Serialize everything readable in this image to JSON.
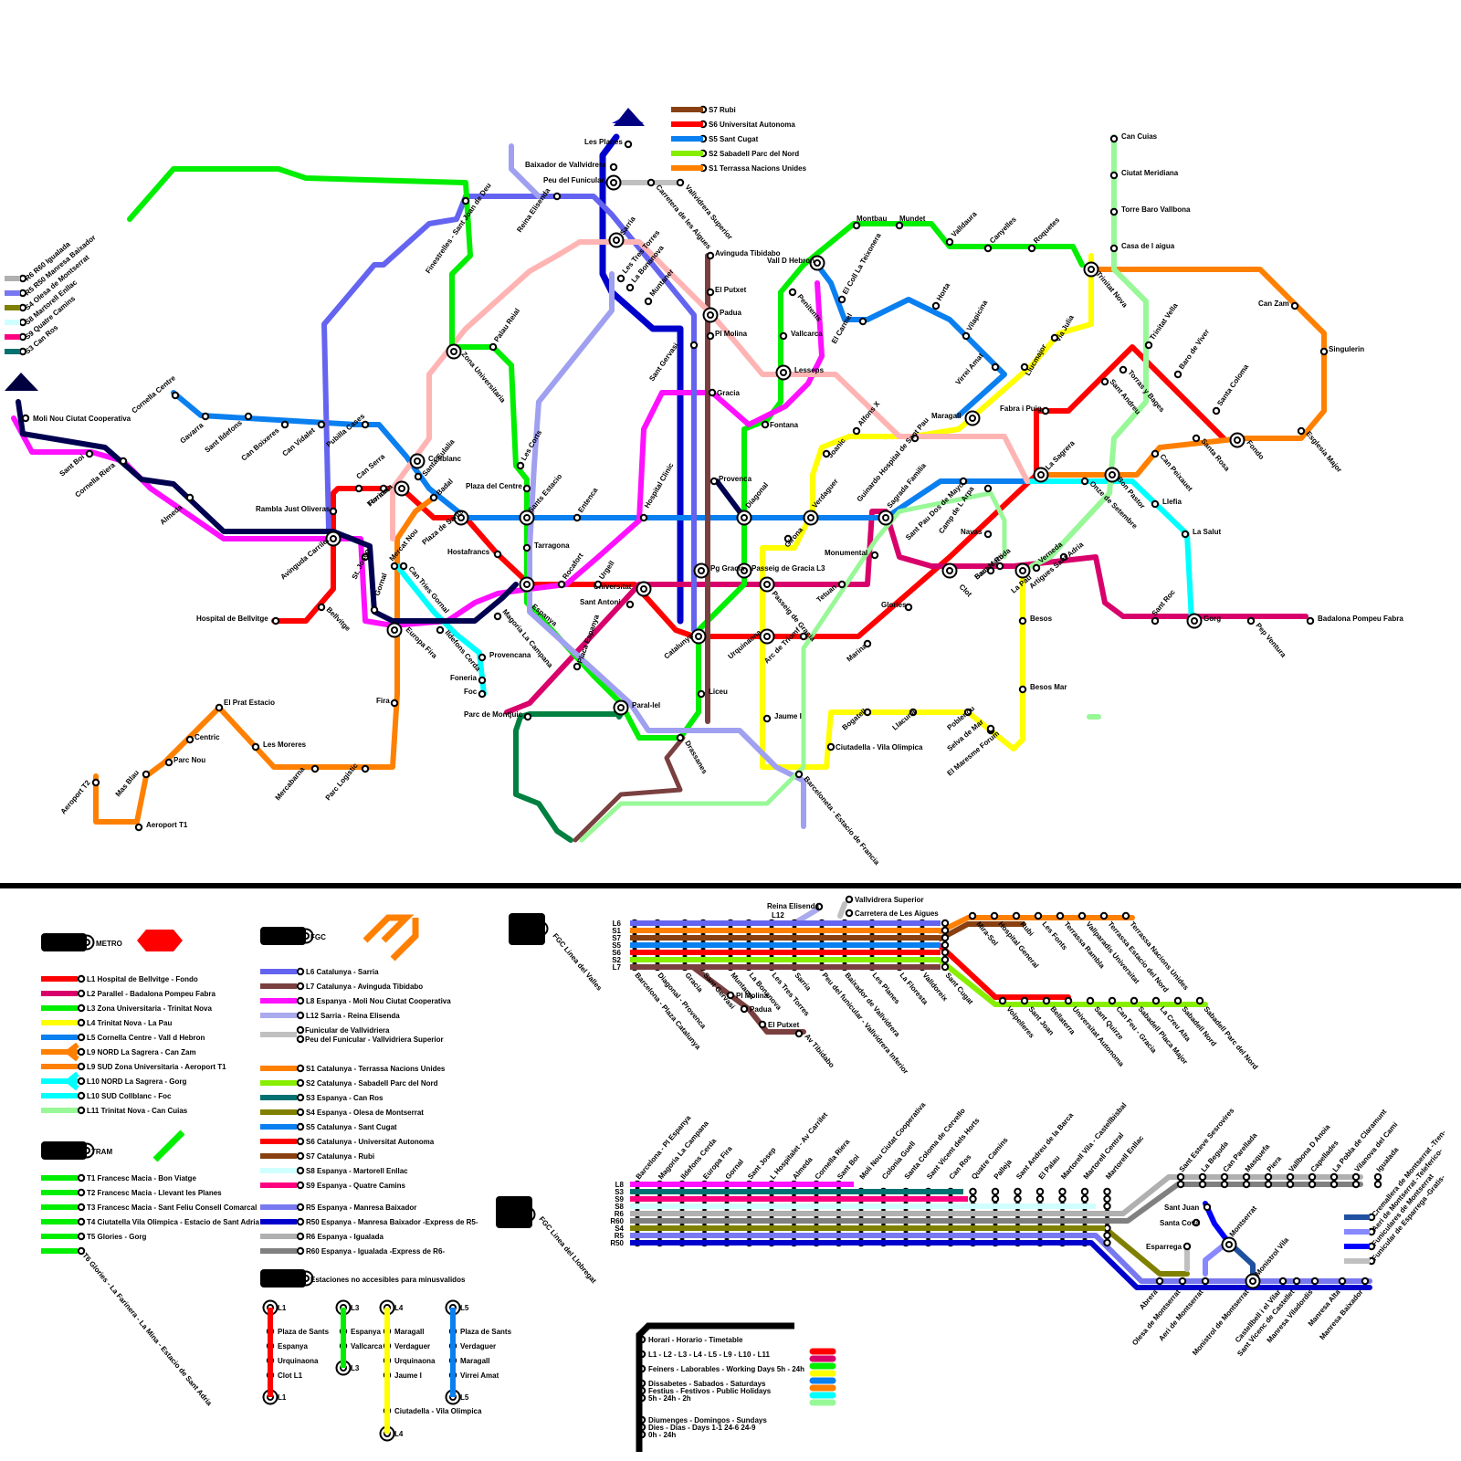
{
  "colors": {
    "L1": "#ff0000",
    "L2": "#d8006a",
    "L3": "#00ee00",
    "L4": "#ffff00",
    "L5": "#0a7ff0",
    "L6": "#6464f0",
    "L7": "#7a4040",
    "L8": "#ff10ff",
    "L9": "#ff8000",
    "L10": "#00ffff",
    "L11": "#98f898",
    "L12": "#aaaaee",
    "FUN": "#c0c0c0",
    "R50": "#0000cc",
    "S1": "#ff8000",
    "S2": "#88ee00",
    "S3": "#007070",
    "S4": "#808000",
    "S5": "#0a7ff0",
    "S6": "#ff0000",
    "S7": "#884010",
    "S8": "#d0ffff",
    "S9": "#ff0080",
    "R5": "#7878f0",
    "R6": "#b0b0b0",
    "R60": "#808080",
    "ROSA": "#ffb4b4",
    "DGREEN": "#008040",
    "NAVY": "#000050",
    "LBLUE": "#a0a0f0"
  },
  "map_stations": {
    "moli_nou": "Moli Nou Ciutat Cooperativa",
    "sant_boi": "Sant Boi",
    "cornella_riera": "Cornella Riera",
    "almeda": "Almeda",
    "cornella_centre": "Cornella Centre",
    "gavarra": "Gavarra",
    "sant_ildefons": "Sant Ildefons",
    "can_boixeres": "Can Boixeres",
    "can_vidalet": "Can Vidalet",
    "pubilla_cases": "Pubilla Cases",
    "collblanc": "Collblanc",
    "santa_eulalia": "Santa Eulalia",
    "badal": "Badal",
    "plaza_sants": "Plaza de Sants",
    "hostafrancs": "Hostafrancs",
    "espanya": "Espanya",
    "can_serra": "Can Serra",
    "florida": "Florida",
    "torrassa": "Torrassa",
    "rambla_just": "Rambla Just Oliveras",
    "av_carrilet": "Avinguda Carrilet",
    "st_josep": "St. Josep",
    "gornal": "Gornal",
    "bellvitge": "Bellvitge",
    "hosp_bellvitge": "Hospital de Bellvitge",
    "europa_fira": "Europa Fira",
    "fira": "Fira",
    "mercat_nou": "Mercat Nou",
    "can_tries": "Can Tries Gornal",
    "ildefons_cerda": "Ildefons Cerda",
    "provencana": "Provencana",
    "foneria": "Foneria",
    "foc": "Foc",
    "parc_montjuic": "Parc de Montjuic",
    "magoria": "Magoria La Campana",
    "placa_espanya": "Placa Espanya",
    "paral_lel": "Paral-lel",
    "drassanes": "Drassanes",
    "liceu": "Liceu",
    "catalunya": "Catalunya",
    "urquinaona": "Urquinaona",
    "arc_triomf": "Arc de Triomf",
    "marina": "Marina",
    "glories": "Glories",
    "clot": "Clot",
    "bac_roda": "Bac de Roda",
    "sant_marti": "Sant Marti",
    "la_pau": "La Pau",
    "verneda": "Verneda",
    "besos": "Besos",
    "besos_mar": "Besos Mar",
    "el_maresme": "El Maresme Forum",
    "selva_mar": "Selva de Mar",
    "poblenou": "Poblenou",
    "llacuna": "Llacuna",
    "bogatell": "Bogatell",
    "ciutadella": "Ciutadella - Vila Olimpica",
    "jaume_i": "Jaume I",
    "barceloneta": "Barceloneta - Estacio de Francia",
    "passeig_gracia": "Passeig de Gracia",
    "pg_gracia_l3": "Passeig de Gracia L3",
    "pg_gracia": "Pg Gracia",
    "provenca": "Provenca",
    "diagonal": "Diagonal",
    "verdaguer": "Verdaguer",
    "girona": "Girona",
    "tetuan": "Tetuan",
    "monumental": "Monumental",
    "sagrada_familia": "Sagrada Familia",
    "sant_pau": "Sant Pau Dos de Mayo",
    "guinardo": "Guinardo Hospital de Sant Pau",
    "joanic": "Joanic",
    "alfons_x": "Alfons X",
    "gracia": "Gracia",
    "fontana": "Fontana",
    "lesseps": "Lesseps",
    "vallcarca": "Vallcarca",
    "penitents": "Penitents",
    "vall_hebron": "Vall D Hebron",
    "montbau": "Montbau",
    "mundet": "Mundet",
    "valldaura": "Valldaura",
    "canyelles": "Canyelles",
    "roquetes": "Roquetes",
    "trinitat_nova": "Trinitat Nova",
    "can_cuias": "Can Cuias",
    "ciutat_meridiana": "Ciutat Meridiana",
    "torre_baro": "Torre Baro Vallbona",
    "casa_aigua": "Casa de l aigua",
    "coll_teixonera": "El Coll La Teixonera",
    "el_carmel": "El Carmel",
    "horta": "Horta",
    "vilapicina": "Vilapicina",
    "virrei_amat": "Virrei Amat",
    "maragall": "Maragall",
    "llucmajor": "Llucmajor",
    "via_julia": "Via Julia",
    "fabra_puig": "Fabra i Puig",
    "sant_andreu": "Sant Andreu",
    "torras_bages": "Torras y Bages",
    "trinitat_vella": "Trinitat Vella",
    "baro_viver": "Baro de Viver",
    "santa_coloma": "Santa Coloma",
    "fondo": "Fondo",
    "la_sagrera": "La Sagrera",
    "onze_setembre": "Onze de Setembre",
    "bon_pastor": "Bon Pastor",
    "can_peixauet": "Can Peixauet",
    "santa_rosa": "Santa Rosa",
    "esglesia_major": "Esglesia Major",
    "singulerin": "Singulerin",
    "can_zam": "Can Zam",
    "llefia": "Llefia",
    "la_salut": "La Salut",
    "gorg": "Gorg",
    "sant_roc": "Sant Roc",
    "pep_ventura": "Pep Ventura",
    "badalona_pf": "Badalona Pompeu Fabra",
    "artigues": "Artigues Sant Adria",
    "navas": "Navas",
    "camp_arpa": "Camp de L Arpa",
    "tarragona": "Tarragona",
    "sants_estacio": "Sants Estacio",
    "plaza_centre": "Plaza del Centre",
    "les_corts": "Les Corts",
    "zona_univ": "Zona Universitaria",
    "palau_reial": "Palau Reial",
    "entenca": "Entenca",
    "hospital_clinic": "Hospital Clinic",
    "universitat": "Universitat",
    "urgell": "Urgell",
    "rocafort": "Rocafort",
    "sant_antoni": "Sant Antoni",
    "finestrelles": "Finestrelles - Sant Joan de Deu",
    "reina_elisenda": "Reina Elisenda",
    "sarria": "Sarria",
    "les_tres_torres": "Les Tres Torres",
    "la_bonanova": "La Bonanova",
    "muntaner": "Muntaner",
    "sant_gervasi": "Sant Gervasi",
    "pl_molina": "Pl Molina",
    "padua": "Padua",
    "el_putxet": "El Putxet",
    "av_tibidabo": "Avinguda Tibidabo",
    "les_planes": "Les Planes",
    "baixador": "Baixador de Vallvidrera",
    "peu_funicular": "Peu del Funicular",
    "carretera_aigues": "Carretera de les Aigues",
    "vallvidrera_sup": "Vallvidrera Superior",
    "el_prat": "El Prat Estacio",
    "centric": "Centric",
    "parc_nou": "Parc Nou",
    "mas_blau": "Mas Blau",
    "aeroport_t2": "Aeroport T2",
    "aeroport_t1": "Aeroport T1",
    "les_moreres": "Les Moreres",
    "mercabarna": "Mercabarna",
    "parc_logistic": "Parc Logistic"
  },
  "fgc_top_legend": [
    "S7 Rubi",
    "S6 Universitat Autonoma",
    "S5 Sant Cugat",
    "S2 Sabadell Parc del Nord",
    "S1 Terrassa Nacions Unides"
  ],
  "rodalies_legend": [
    "R6 R60 Igualada",
    "R5 R50 Manresa Baixador",
    "S4 Olesa de Montserrat",
    "S8 Martorell Enllac",
    "S9 Quatre Camins",
    "S3 Can Ros"
  ],
  "legend": {
    "metro": "METRO",
    "metro_lines": [
      "L1 Hospital de Bellvitge - Fondo",
      "L2 Parallel - Badalona Pompeu Fabra",
      "L3 Zona Universitaria - Trinitat Nova",
      "L4 Trinitat Nova - La Pau",
      "L5 Cornella Centre - Vall d Hebron"
    ],
    "l9": [
      "L9 NORD La Sagrera - Can Zam",
      "L9 SUD Zona Universitaria - Aeroport T1"
    ],
    "l10": [
      "L10 NORD La Sagrera - Gorg",
      "L10 SUD Collblanc - Foc"
    ],
    "l11": "L11 Trinitat Nova - Can Cuias",
    "tram": "TRAM",
    "tram_lines": [
      "T1 Francesc Macia - Bon Viatge",
      "T2 Francesc Macia - Llevant les Planes",
      "T3  Francesc Macia - Sant Feliu Consell Comarcal",
      "T4 Ciutatella Vila Olimpica - Estacio de Sant Adria",
      "T5 Glories - Gorg",
      "T6 Glories - La Farinera - La Mina - Estacio de Sant Adria"
    ],
    "fgc": "FGC",
    "fgc_lines": [
      "L6 Catalunya - Sarria",
      "L7 Catalunya - Avinguda Tibidabo",
      "L8 Espanya - Moli Nou Ciutat Cooperativa",
      "L12 Sarria - Reina Elisenda"
    ],
    "funicular": [
      "Funicular de Vallvidriera",
      "Peu del Funicular - Vallvidriera Superior"
    ],
    "s_lines": [
      "S1 Catalunya - Terrassa Nacions Unides",
      "S2 Catalunya - Sabadell Parc del Nord",
      "S3 Espanya - Can Ros",
      "S4 Espanya - Olesa de Montserrat",
      "S5 Catalunya - Sant Cugat",
      "S6 Catalunya - Universitat Autonoma",
      "S7 Catalunya - Rubi",
      "S8 Espanya - Martorell Enllac",
      "S9 Espanya - Quatre Camins"
    ],
    "r_lines": [
      "R5 Espanya - Manresa Baixador",
      "R50 Espanya - Manresa Baixador -Express de R5-",
      "R6 Espanya - Igualada",
      "R60 Espanya - Igualada -Express de R6-"
    ],
    "no_access": "Estaciones no accesibles para minusvalidos",
    "na_l1": [
      "L1",
      "Plaza de Sants",
      "Espanya",
      "Urquinaona",
      "Clot L1",
      "L1"
    ],
    "na_l3": [
      "L3",
      "Espanya",
      "Vallcarca",
      "L3"
    ],
    "na_l4": [
      "L4",
      "Maragall",
      "Verdaguer",
      "Urquinaona",
      "Jaume I",
      "Ciutadella - Vila Olimpica",
      "L4"
    ],
    "na_l5": [
      "L5",
      "Plaza de Sants",
      "Verdaguer",
      "Maragall",
      "Virrei Amat",
      "L5"
    ]
  },
  "valles": {
    "title": "FGC Linea del Valles",
    "line_codes": [
      "L6",
      "S1",
      "S7",
      "S5",
      "S6",
      "S2",
      "L7"
    ],
    "top_labels": [
      "Reina Elisenda",
      "L12",
      "Vallvidrera Superior",
      "Carretera de Les Aigues"
    ],
    "base_labels": [
      "Barcelona - Plaza Catalunya",
      "Diagonal - Provenca",
      "Gracia",
      "Sant Gervasi",
      "Muntaner",
      "La Bonanova",
      "Les Tres Torres",
      "Sarria",
      "Peu del funicular - Vallvidrera Inferior",
      "Baixador de Vallvidrera",
      "Les Planes",
      "La Floresta",
      "Valldoreix",
      "Sant Cugat"
    ],
    "l7_labels": [
      "Pl Molina",
      "Padua",
      "El Putxet",
      "Av Tibidabo"
    ],
    "s1_labels": [
      "Mira-Sol",
      "Hospital General",
      "Rubi",
      "Les Fonts",
      "Terrassa Rambla",
      "Vallparadis Universitat",
      "Terrassa Estacio del Nord",
      "Terrassa Nacions Unides"
    ],
    "s2_labels": [
      "Volpelleres",
      "Sant Joan",
      "Bellaterra",
      "Universitat Autonoma",
      "Sant Quirze",
      "Can Feu - Gracia",
      "Sabadell Placa Major",
      "La Creu Alta",
      "Sabadell Nord",
      "Sabadell Parc del Nord"
    ]
  },
  "llobregat": {
    "title": "FGC Linea del Llobregat",
    "line_codes": [
      "L8",
      "S3",
      "S9",
      "S8",
      "R6",
      "R60",
      "S4",
      "R5",
      "R50"
    ],
    "base_labels": [
      "Barcelona - Pl Espanya",
      "Magoria La Campana",
      "Ildefons Cerda",
      "Europa Fira",
      "Gornal",
      "Sant Josep",
      "L Hospitalet - Av Carrilet",
      "Almeda",
      "Cornella Riera",
      "Sant Boi",
      "Moli Nou Ciutat Cooperativa",
      "Colonia Guell",
      "Santa Coloma de Cervello",
      "Sant Vicent dels Horts",
      "Can Ros",
      "Quatre Camins",
      "Palleja",
      "Sant Andreu de la Barca",
      "El Palau",
      "Martorell Vila - Castellbisbal",
      "Martorell Central",
      "Martorell Enllac"
    ],
    "igualada_labels": [
      "Sant Esteve Sesrovires",
      "La Beguda",
      "Can Parellada",
      "Masquefa",
      "Piera",
      "Vallbona D Anoia",
      "Capellades",
      "La Pobla de Claramunt",
      "Vilanova del Cami",
      "Igualada"
    ],
    "manresa_labels": [
      "Abrera",
      "Olesa de Montserrat",
      "Aeri de Montserrat",
      "Monistrol de Montserrat",
      "Castellbell i el Vilar",
      "Sant Vicenc de Castellet",
      "Manresa Viladordis",
      "Manresa Alta",
      "Manresa Baixador"
    ],
    "montserrat_labels": [
      "Esparrega",
      "Sant Juan",
      "Santa Cova",
      "Montserrat",
      "Monistrol Vila"
    ],
    "legend": [
      "Cremallera de Montserrat -Tren-",
      "Aeri de Montserrat -Teleferico-",
      "Funiculares de Montserrat",
      "Funicular de Esparrega -Gratis-"
    ]
  },
  "timetable": {
    "title": "Horari - Horario - Timetable",
    "lines": "L1 - L2 - L3 - L4 - L5 - L9 - L10 - L11",
    "rows": [
      "Feiners - Laborables - Working Days 5h - 24h",
      "Dissabetes - Sabados - Saturdays",
      "Festius - Festivos - Public Holidays",
      "5h - 24h - 2h",
      "Diumenges - Domingos - Sundays",
      "Dies - Dias - Days 1-1 24-6 24-9",
      "0h - 24h"
    ]
  }
}
